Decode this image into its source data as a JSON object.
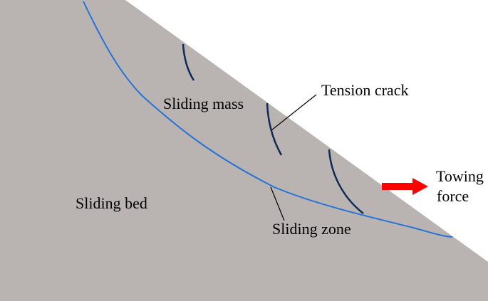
{
  "labels": {
    "sliding_mass": "Sliding mass",
    "tension_crack": "Tension crack",
    "sliding_bed": "Sliding bed",
    "sliding_zone": "Sliding zone",
    "towing_force_line1": "Towing",
    "towing_force_line2": "force"
  },
  "colors": {
    "slope_fill": "#b9b4b1",
    "sliding_surface": "#2673d8",
    "cracks": "#0f2b55",
    "leader_lines": "#000000",
    "arrow": "#ff0000"
  }
}
